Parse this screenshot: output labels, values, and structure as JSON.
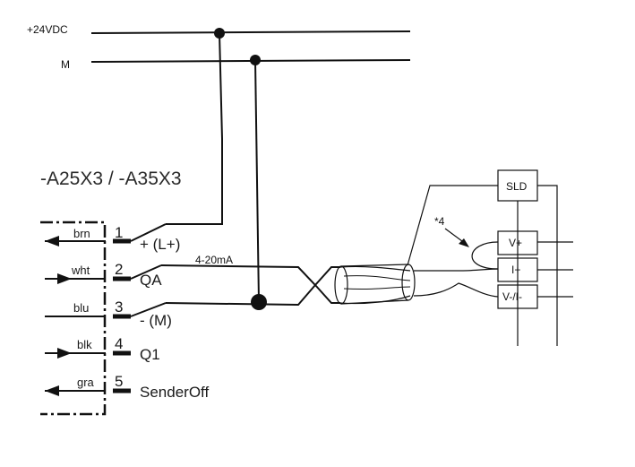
{
  "supply": {
    "plus_label": "+24VDC",
    "minus_label": "M"
  },
  "sensor_title": "-A25X3 / -A35X3",
  "connector_pins": [
    {
      "wire": "brn",
      "pin": "1",
      "signal": "+ (L+)"
    },
    {
      "wire": "wht",
      "pin": "2",
      "signal": "QA"
    },
    {
      "wire": "blu",
      "pin": "3",
      "signal": "- (M)"
    },
    {
      "wire": "blk",
      "pin": "4",
      "signal": "Q1"
    },
    {
      "wire": "gra",
      "pin": "5",
      "signal": "SenderOff"
    }
  ],
  "signal_label": "4-20mA",
  "note_label": "*4",
  "module_terminals": {
    "shield": "SLD",
    "vplus": "V+",
    "iplus": "I+",
    "vminus": "V-/I-"
  }
}
